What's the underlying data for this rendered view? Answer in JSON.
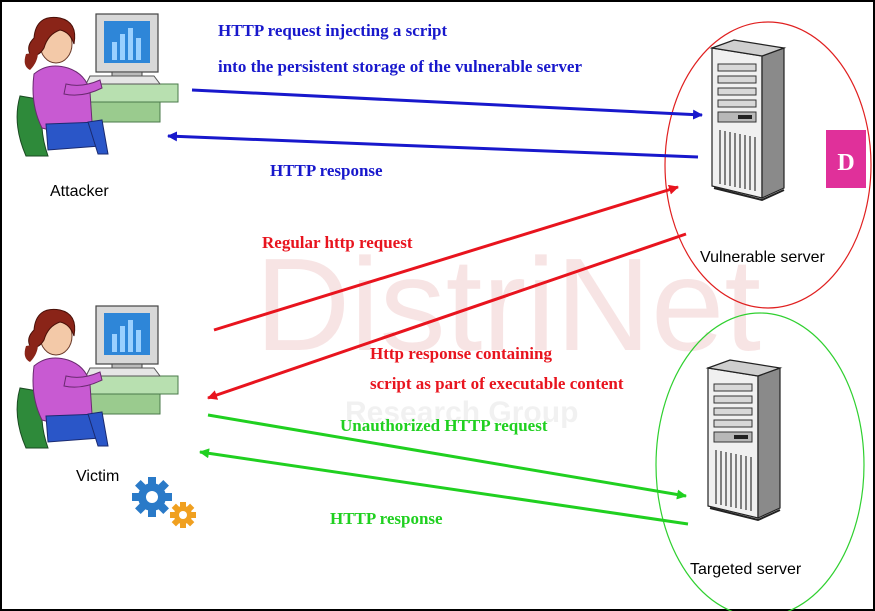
{
  "watermark": {
    "title": "DistriNet",
    "subtitle": "Research Group"
  },
  "actors": {
    "attacker": "Attacker",
    "victim": "Victim",
    "vulnerable_server": "Vulnerable server",
    "targeted_server": "Targeted server"
  },
  "badge": {
    "letter": "D"
  },
  "messages": {
    "inject_line1": "HTTP request injecting a script",
    "inject_line2": "into the persistent storage of the vulnerable server",
    "attacker_response": "HTTP response",
    "regular_request": "Regular http request",
    "script_response_line1": "Http response containing",
    "script_response_line2": "script as part of executable content",
    "unauthorized_request": "Unauthorized HTTP request",
    "victim_response": "HTTP response"
  },
  "colors": {
    "blue": "#1818cc",
    "red": "#e8141e",
    "green": "#20d020",
    "badge": "#e0309a",
    "victim_ring": "#30d030",
    "server_ring": "#e02020"
  },
  "icons": [
    "attacker-person-icon",
    "victim-person-icon",
    "vulnerable-server-icon",
    "targeted-server-icon",
    "gears-icon"
  ]
}
